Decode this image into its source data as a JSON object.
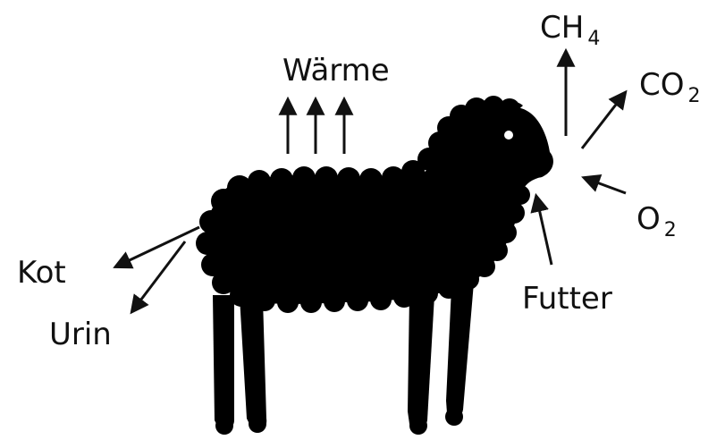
{
  "labels": {
    "heat": "Wärme",
    "methane_main": "CH",
    "methane_sub": "4",
    "co2_main": "CO",
    "co2_sub": "2",
    "o2_main": "O",
    "o2_sub": "2",
    "feed": "Futter",
    "feces": "Kot",
    "urine": "Urin"
  },
  "colors": {
    "silhouette": "#000000",
    "arrow": "#111111",
    "text": "#111111",
    "background": "#ffffff"
  },
  "icons": {
    "animal": "sheep-silhouette-icon"
  }
}
